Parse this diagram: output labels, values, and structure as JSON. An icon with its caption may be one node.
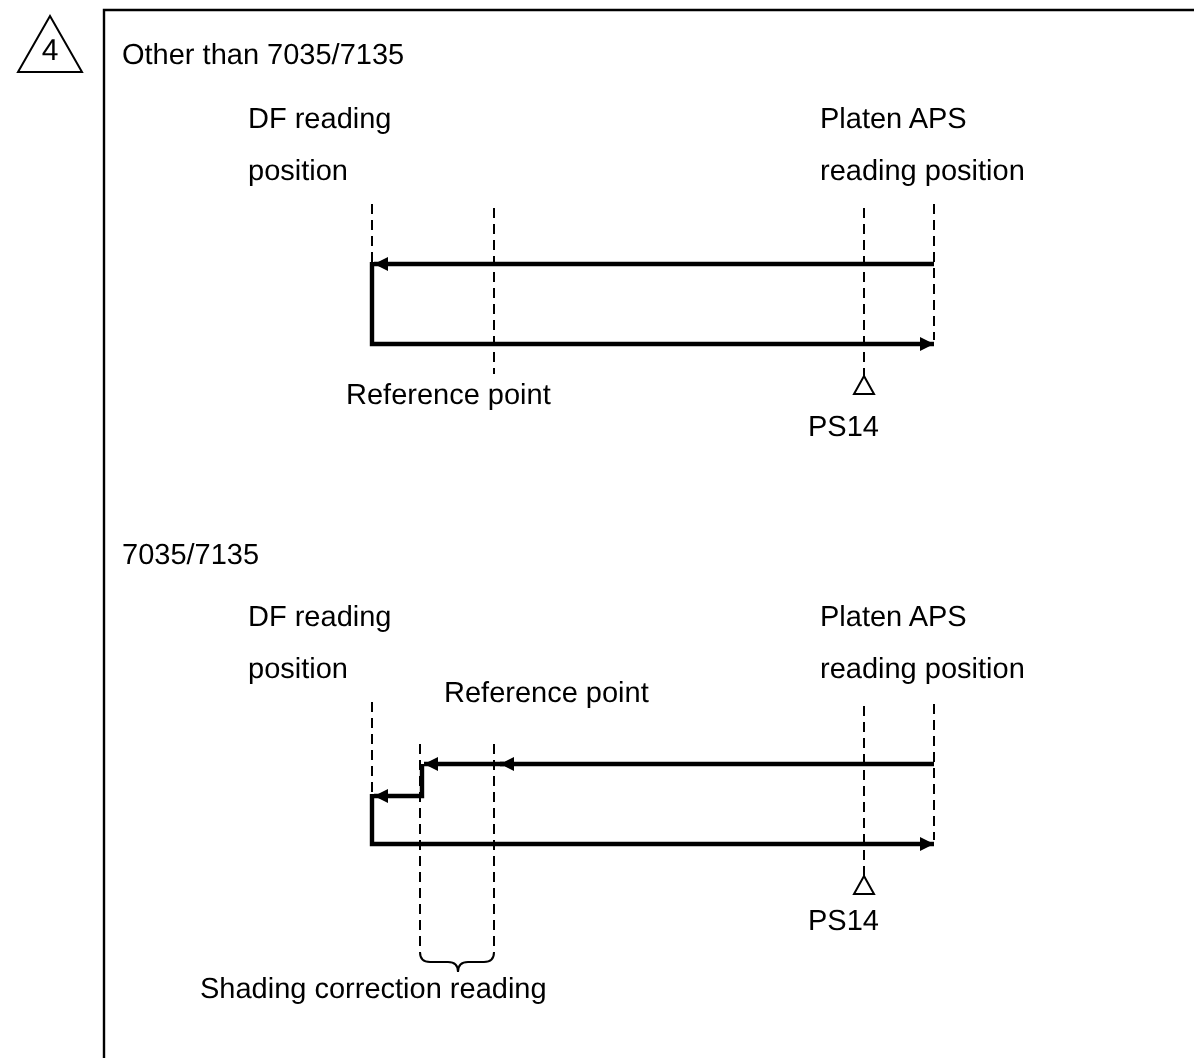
{
  "diagram": {
    "nodes": [
      {
        "text": [
          "4"
        ]
      }
    ],
    "labels": [
      "Other than 7035/7135",
      "DF reading position",
      "Platen APS reading position",
      "Reference point",
      "PS14",
      "7035/7135",
      "DF reading position",
      "Platen APS reading position",
      "Reference point",
      "PS14",
      "Shading correction reading"
    ]
  }
}
